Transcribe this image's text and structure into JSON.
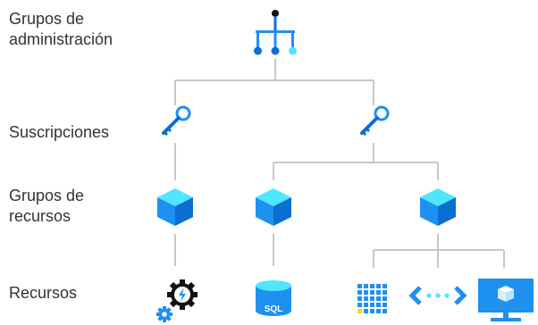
{
  "levels": {
    "management_groups": "Grupos de administración",
    "management_groups_line1": "Grupos de",
    "management_groups_line2": "administración",
    "subscriptions": "Suscripciones",
    "resource_groups_line1": "Grupos de",
    "resource_groups_line2": "recursos",
    "resources": "Recursos"
  },
  "icons": {
    "management_group": "hierarchy-icon",
    "subscription": "key-icon",
    "resource_group": "cube-icon",
    "resources": [
      "gear-lightning-icon",
      "sql-database-icon",
      "grid-apps-icon",
      "virtual-network-icon",
      "virtual-machine-icon"
    ]
  },
  "resources": {
    "sql_label": "SQL"
  },
  "colors": {
    "accent_dark": "#0a6fd1",
    "accent": "#1e90f0",
    "accent_light": "#50e6ff",
    "connector": "#c8c8c8",
    "text": "#333333"
  }
}
